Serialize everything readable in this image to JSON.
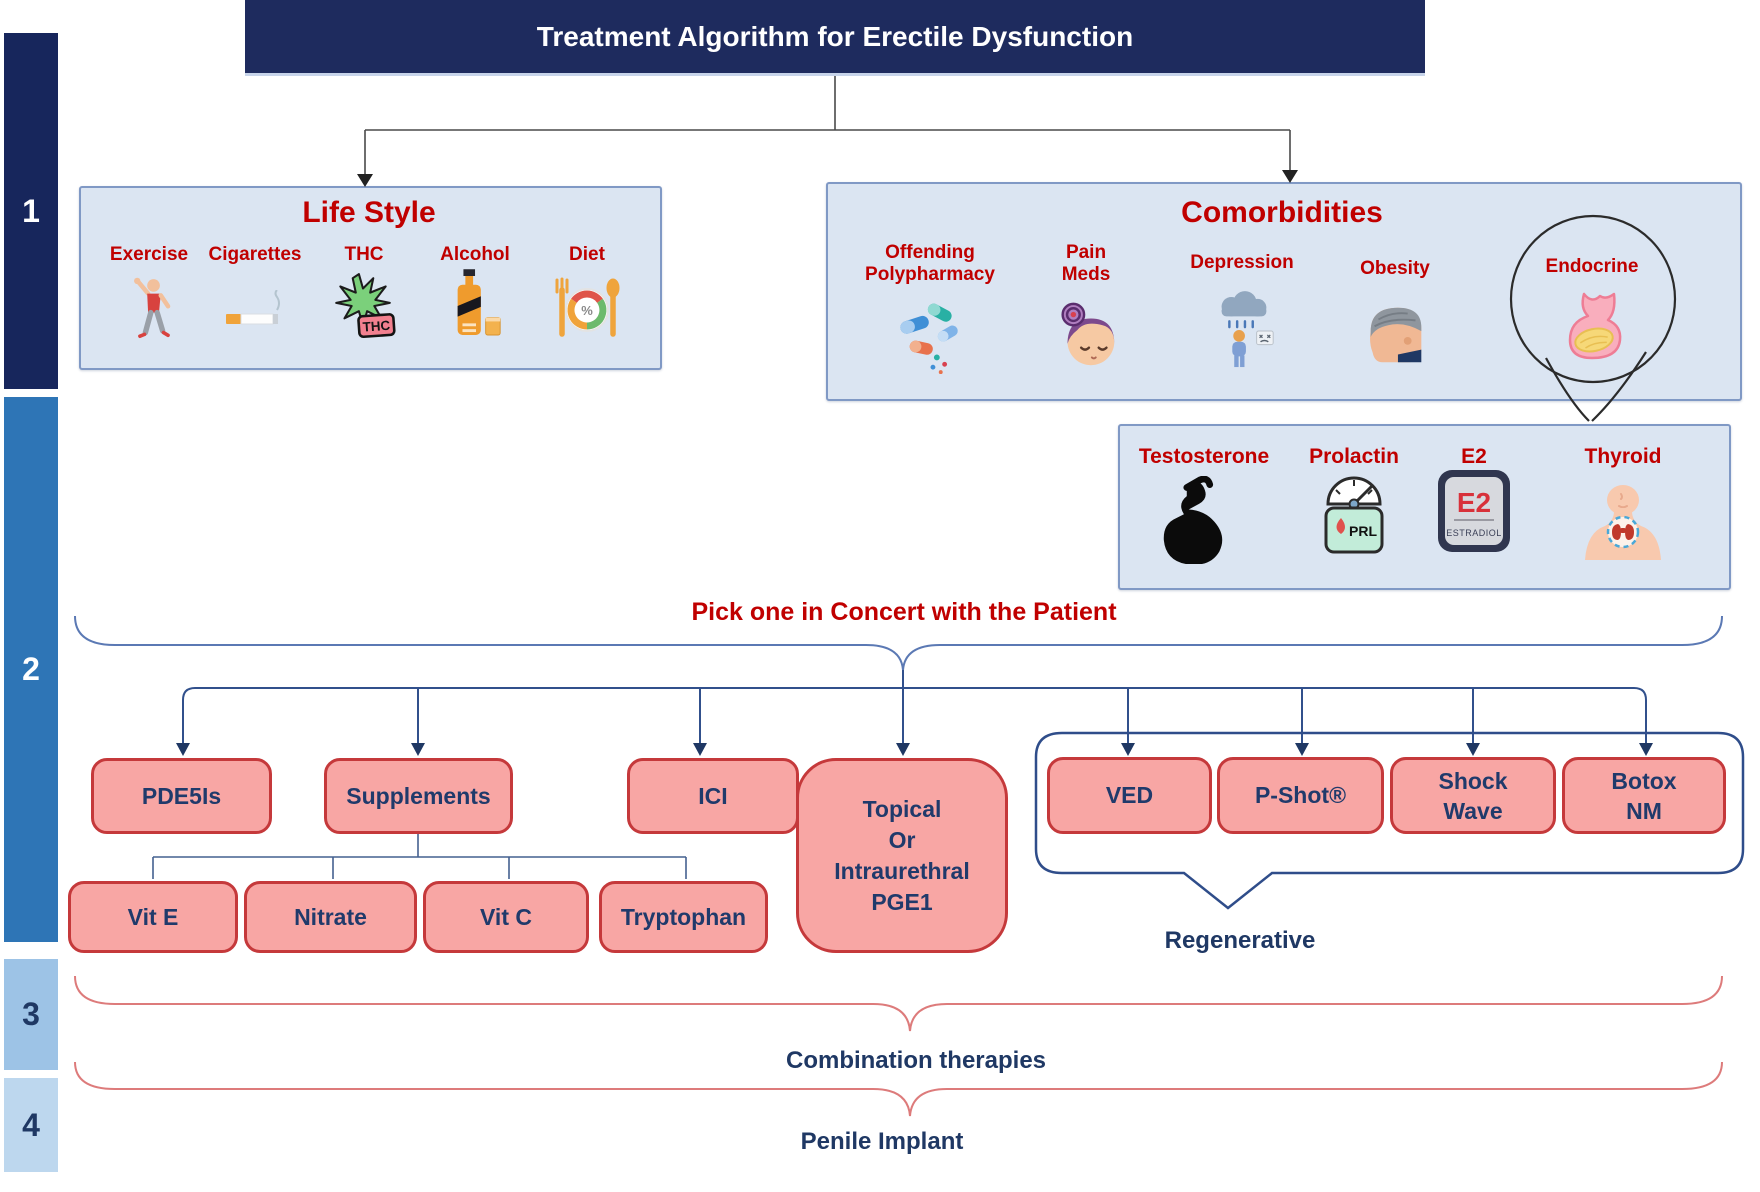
{
  "title": "Treatment Algorithm for Erectile Dysfunction",
  "sidebar": {
    "steps": [
      "1",
      "2",
      "3",
      "4"
    ]
  },
  "lifestyle": {
    "title": "Life Style",
    "items": [
      {
        "label": "Exercise",
        "icon": "exercise-icon"
      },
      {
        "label": "Cigarettes",
        "icon": "cigarette-icon"
      },
      {
        "label": "THC",
        "icon": "thc-icon",
        "badge": "THC"
      },
      {
        "label": "Alcohol",
        "icon": "alcohol-icon"
      },
      {
        "label": "Diet",
        "icon": "diet-icon",
        "percent": "%"
      }
    ]
  },
  "comorbidities": {
    "title": "Comorbidities",
    "items": [
      {
        "label": "Offending Polypharmacy",
        "icon": "polypharmacy-icon"
      },
      {
        "label": "Pain Meds",
        "icon": "pain-meds-icon"
      },
      {
        "label": "Depression",
        "icon": "depression-icon"
      },
      {
        "label": "Obesity",
        "icon": "obesity-icon"
      },
      {
        "label": "Endocrine",
        "icon": "endocrine-icon"
      }
    ]
  },
  "endocrine_panel": {
    "items": [
      {
        "label": "Testosterone",
        "icon": "testosterone-icon"
      },
      {
        "label": "Prolactin",
        "icon": "prolactin-icon",
        "badge": "PRL"
      },
      {
        "label": "E2",
        "icon": "e2-icon",
        "sign_title": "E2",
        "sign_subtitle": "ESTRADIOL"
      },
      {
        "label": "Thyroid",
        "icon": "thyroid-icon"
      }
    ]
  },
  "pick_one_label": "Pick one in Concert with the Patient",
  "treatments": {
    "pde5is": {
      "label": "PDE5Is"
    },
    "supplements": {
      "label": "Supplements"
    },
    "ici": {
      "label": "ICI"
    },
    "topical": {
      "lines": [
        "Topical",
        "Or",
        "Intraurethral",
        "PGE1"
      ]
    },
    "ved": {
      "label": "VED"
    },
    "pshot": {
      "label": "P-Shot®"
    },
    "shockwave": {
      "lines": [
        "Shock",
        "Wave"
      ]
    },
    "botox": {
      "lines": [
        "Botox",
        "NM"
      ]
    }
  },
  "supplement_children": [
    "Vit E",
    "Nitrate",
    "Vit C",
    "Tryptophan"
  ],
  "regenerative_label": "Regenerative",
  "combination_label": "Combination therapies",
  "implant_label": "Penile Implant",
  "colors": {
    "title_bar": "#1e2b5e",
    "step1": "#17265c",
    "step2": "#2e75b6",
    "step3": "#9dc3e6",
    "step4": "#bdd7ee",
    "panel_fill": "#dbe5f2",
    "panel_border": "#8099c5",
    "node_fill": "#f8a6a4",
    "node_border": "#c5393b",
    "heading_red": "#c00000",
    "navy_text": "#1f3864",
    "connector_navy": "#44608f",
    "brace_red": "#dd7b7b"
  }
}
